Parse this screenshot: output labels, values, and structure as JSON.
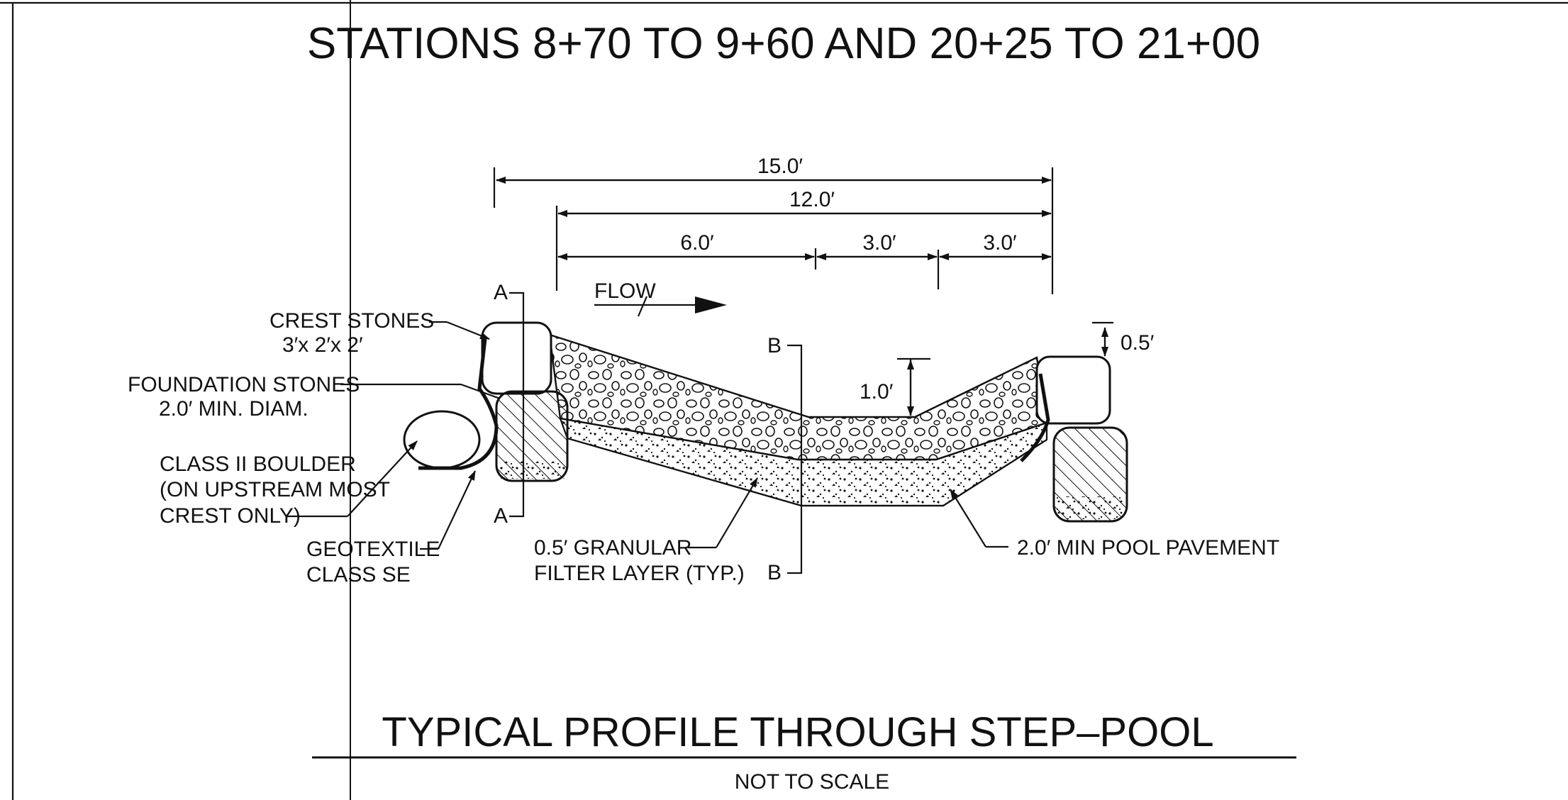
{
  "drawing": {
    "title": "STATIONS 8+70 TO 9+60 AND 20+25 TO 21+00",
    "subtitle": "TYPICAL PROFILE THROUGH STEP–POOL",
    "scale_note": "NOT TO SCALE"
  },
  "dimensions": {
    "overall": "15.0′",
    "inner": "12.0′",
    "seg1": "6.0′",
    "seg2": "3.0′",
    "seg3": "3.0′",
    "pool_depth": "1.0′",
    "crest_rise": "0.5′"
  },
  "labels": {
    "flow": "FLOW",
    "crest_stones_1": "CREST STONES",
    "crest_stones_2": "3′x 2′x 2′",
    "foundation_1": "FOUNDATION STONES",
    "foundation_2": "2.0′ MIN. DIAM.",
    "boulder_1": "CLASS II BOULDER",
    "boulder_2": "(ON UPSTREAM MOST",
    "boulder_3": "CREST ONLY)",
    "geotextile_1": "GEOTEXTILE",
    "geotextile_2": "CLASS SE",
    "filter_1": "0.5′ GRANULAR",
    "filter_2": "FILTER LAYER (TYP.)",
    "pool_pavement": "2.0′ MIN POOL PAVEMENT",
    "section_a": "A",
    "section_b": "B"
  }
}
